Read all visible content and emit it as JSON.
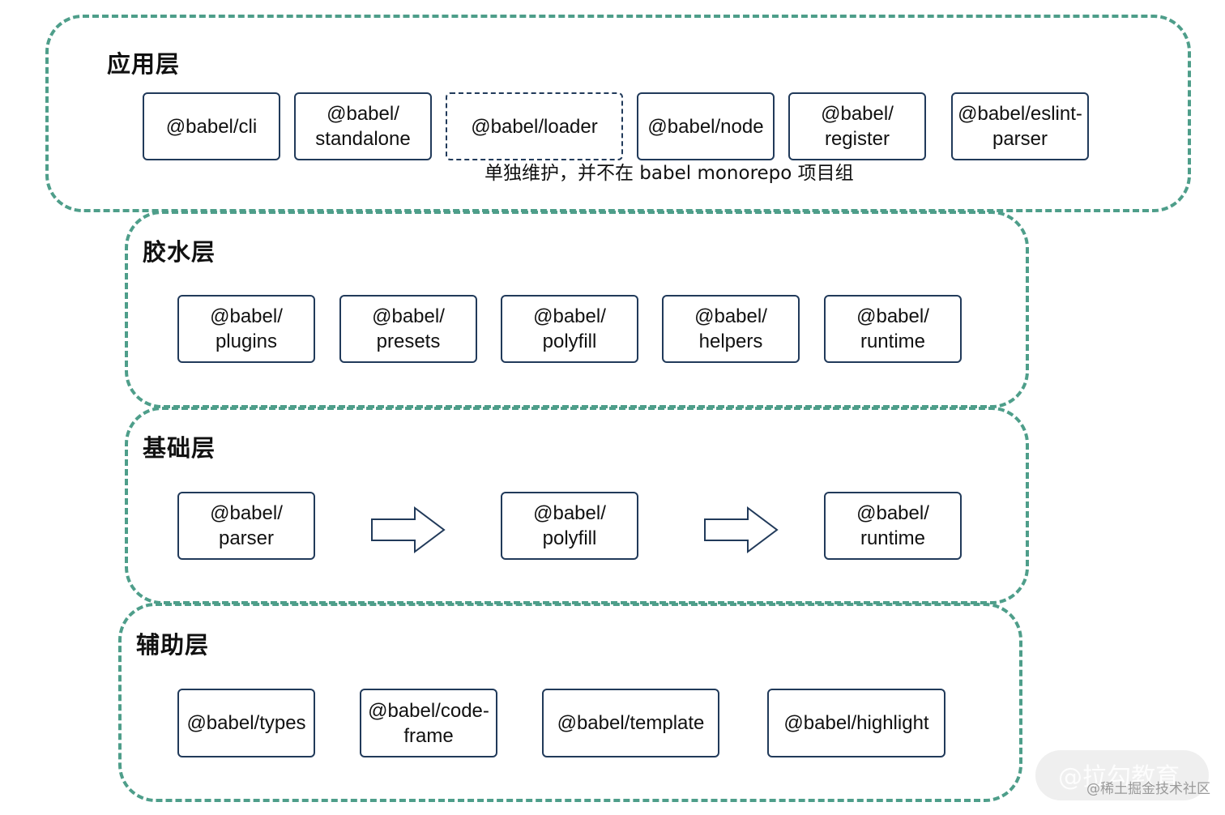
{
  "layers": {
    "application": {
      "title": "应用层",
      "packages": [
        "@babel/cli",
        "@babel/\nstandalone",
        "@babel/loader",
        "@babel/node",
        "@babel/\nregister",
        "@babel/eslint-\nparser"
      ],
      "note": "单独维护，并不在 babel monorepo 项目组"
    },
    "glue": {
      "title": "胶水层",
      "packages": [
        "@babel/\nplugins",
        "@babel/\npresets",
        "@babel/\npolyfill",
        "@babel/\nhelpers",
        "@babel/\nruntime"
      ]
    },
    "foundation": {
      "title": "基础层",
      "packages": [
        "@babel/\nparser",
        "@babel/\npolyfill",
        "@babel/\nruntime"
      ],
      "arrows": [
        "right-arrow-icon",
        "right-arrow-icon"
      ]
    },
    "auxiliary": {
      "title": "辅助层",
      "packages": [
        "@babel/types",
        "@babel/code-\nframe",
        "@babel/template",
        "@babel/highlight"
      ]
    }
  },
  "watermark": {
    "background_text": "@拉勾教育",
    "text": "@稀土掘金技术社区"
  },
  "colors": {
    "layer_border": "#4e9e8a",
    "box_border": "#213a5a"
  }
}
